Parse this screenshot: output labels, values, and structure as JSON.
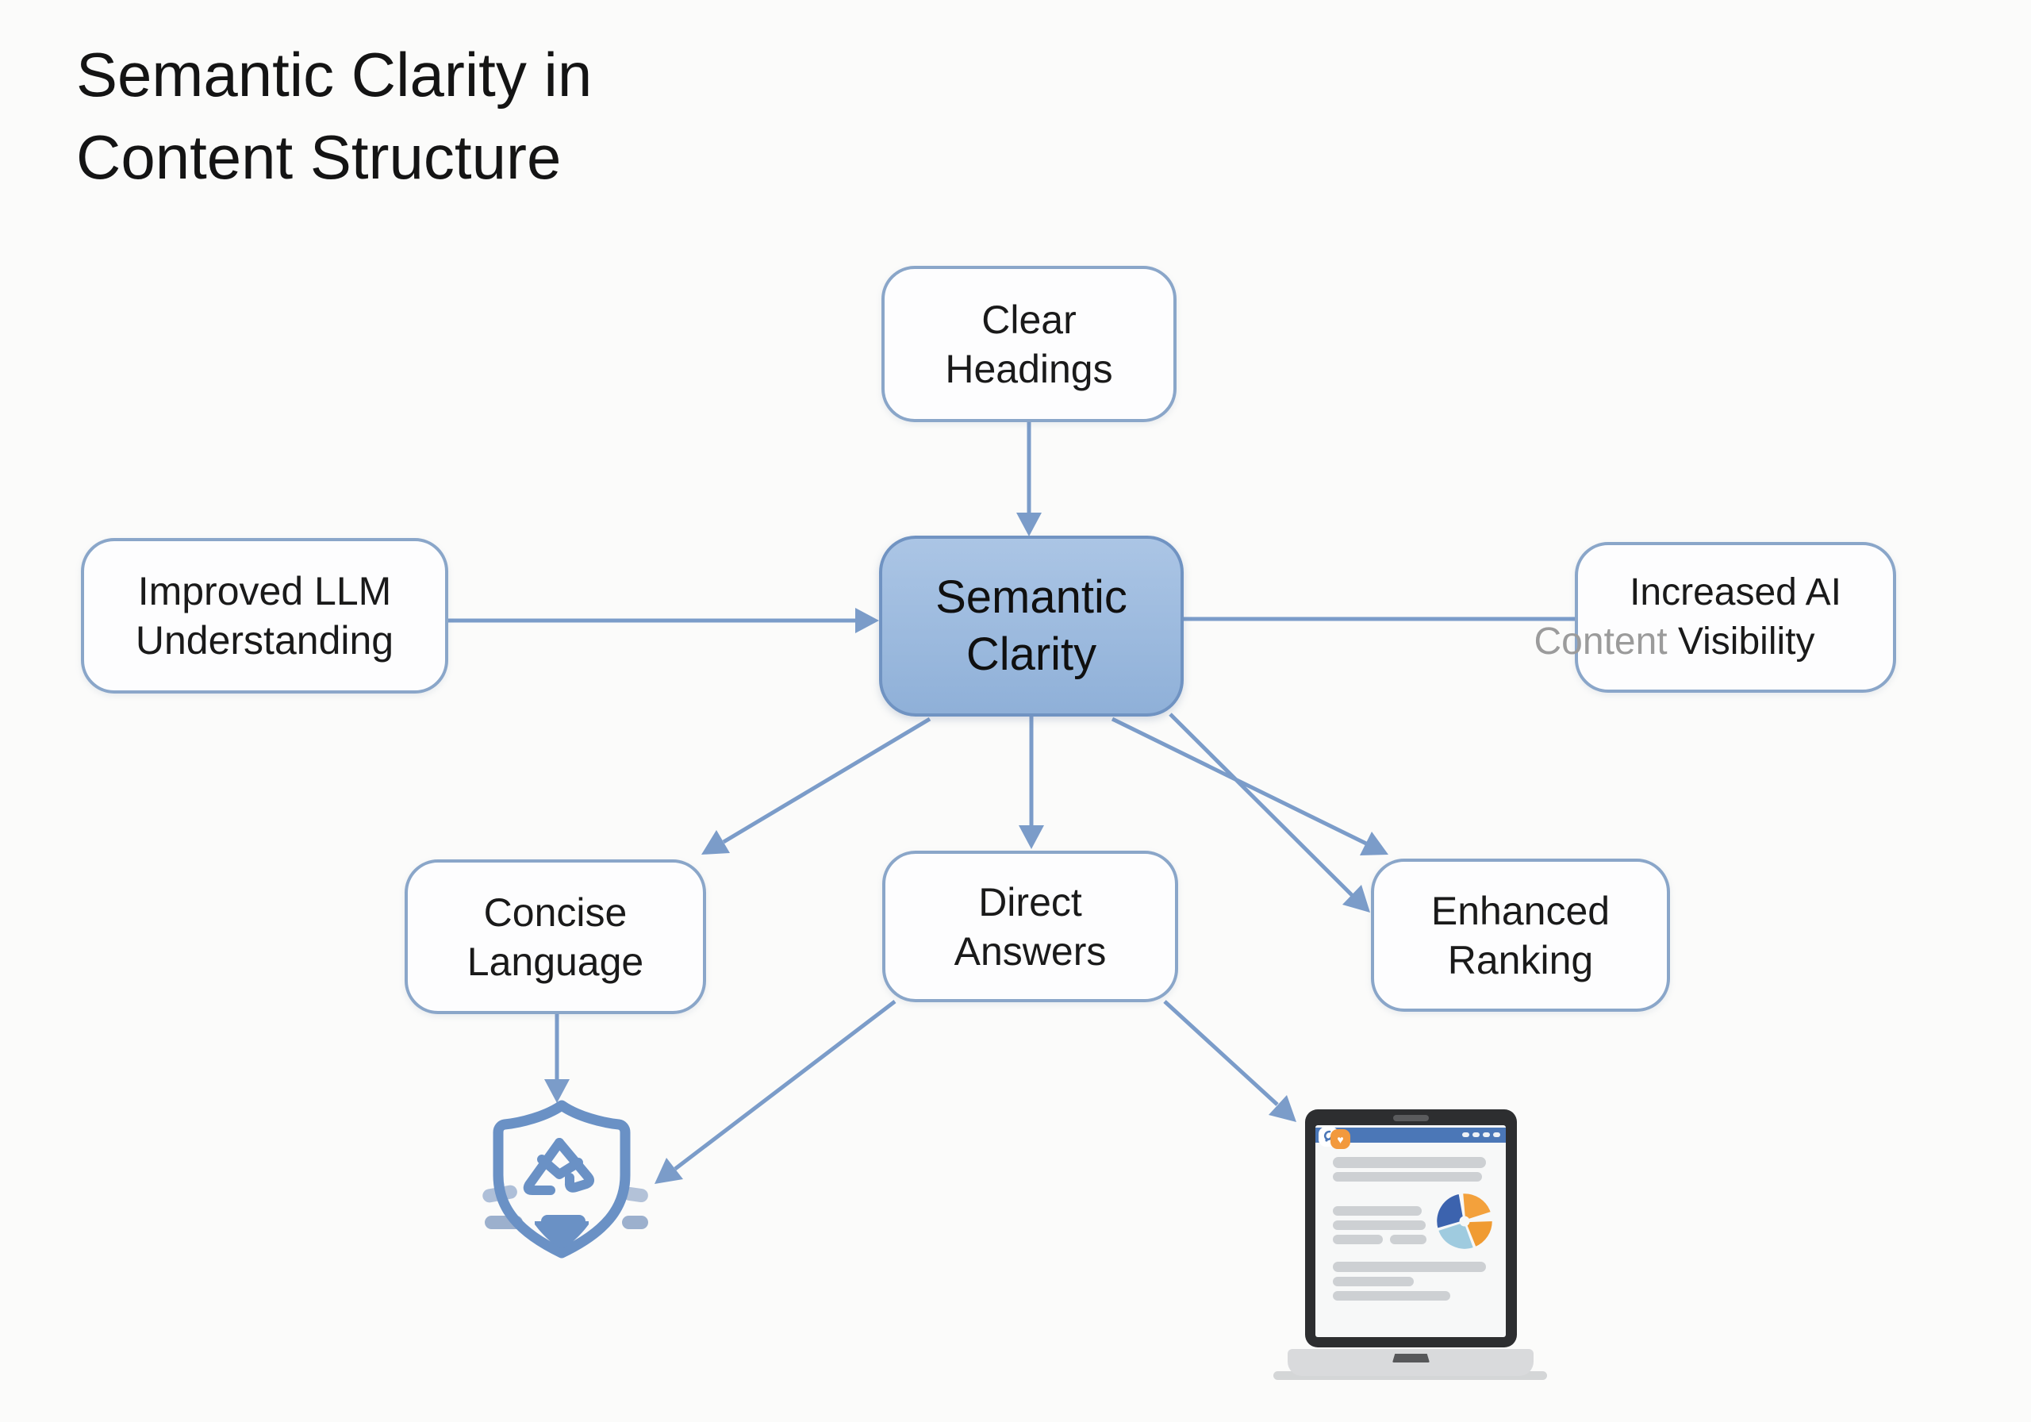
{
  "title": {
    "line1": "Semantic Clarity in",
    "line2": "Content Structure"
  },
  "nodes": {
    "clear_headings": {
      "line1": "Clear",
      "line2": "Headings"
    },
    "improved_llm": {
      "line1": "Improved LLM",
      "line2": "Understanding"
    },
    "semantic_clarity": {
      "line1": "Semantic",
      "line2": "Clarity"
    },
    "increased_ai": {
      "line1": "Increased AI",
      "line2_muted": "Content",
      "line2_rest": "Visibility"
    },
    "concise_language": {
      "line1": "Concise",
      "line2": "Language"
    },
    "direct_answers": {
      "line1": "Direct",
      "line2": "Answers"
    },
    "enhanced_ranking": {
      "line1": "Enhanced",
      "line2": "Ranking"
    }
  },
  "edges": [
    {
      "from": "clear-headings",
      "to": "semantic-clarity",
      "arrowheads": 1
    },
    {
      "from": "improved-llm",
      "to": "semantic-clarity",
      "arrowheads": 1
    },
    {
      "from": "semantic-clarity",
      "to": "increased-ai",
      "arrowheads": 0
    },
    {
      "from": "semantic-clarity",
      "to": "concise-language",
      "arrowheads": 1
    },
    {
      "from": "semantic-clarity",
      "to": "direct-answers",
      "arrowheads": 1
    },
    {
      "from": "semantic-clarity",
      "to": "enhanced-ranking",
      "arrowheads": 2
    },
    {
      "from": "concise-language",
      "to": "shield-mail-icon",
      "arrowheads": 1
    },
    {
      "from": "direct-answers",
      "to": "shield-mail-icon",
      "arrowheads": 1
    },
    {
      "from": "direct-answers",
      "to": "laptop-analytics-illustration",
      "arrowheads": 1
    }
  ],
  "icons": {
    "shield": "shield-mail-icon",
    "laptop": "laptop-analytics-illustration",
    "pie": "pie-chart-graphic",
    "heart_glyph": "♥"
  },
  "colors": {
    "background": "#fbfbfa",
    "accent_line": "#7b9cc9",
    "node_border": "#8aa6c9",
    "center_fill_top": "#abc5e5",
    "center_fill_bottom": "#8fb0d8",
    "center_border": "#7093c2",
    "text": "#1a1a1a",
    "muted_text": "#9b9b9b",
    "shield_blue": "#6a91c5",
    "laptop_frame": "#2d2e30",
    "browser_bar_blue": "#4b77b7",
    "logo_orange": "#f2993d",
    "pie_dark_blue": "#3c63ae",
    "pie_orange": "#f3a13c",
    "pie_light_blue": "#9fcbdf",
    "placeholder_gray": "#cdd0d3"
  }
}
